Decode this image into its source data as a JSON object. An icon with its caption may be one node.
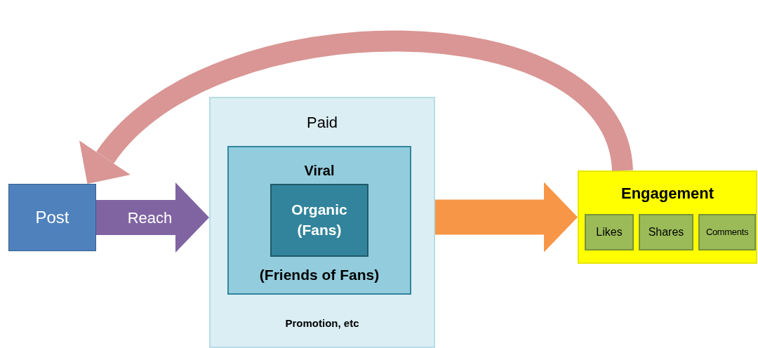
{
  "diagram": {
    "nodes": [
      {
        "text": [
          "Post"
        ]
      },
      {
        "text": [
          "Paid",
          "Promotion, etc"
        ]
      },
      {
        "text": [
          "Viral",
          "(Friends of Fans)"
        ],
        "in": 1
      },
      {
        "text": [
          "Organic (Fans)"
        ],
        "in": 2
      },
      {
        "text": [
          "Engagement"
        ]
      },
      {
        "text": [
          "Likes"
        ],
        "in": 4
      },
      {
        "text": [
          "Shares"
        ],
        "in": 4
      },
      {
        "text": [
          "Comments"
        ],
        "in": 4
      }
    ],
    "edges": [
      {
        "from": 0,
        "to": 1,
        "arrow": "to",
        "label": "Reach",
        "color": "#8064a2"
      },
      {
        "from": 1,
        "to": 4,
        "arrow": "to",
        "color": "#f79646"
      },
      {
        "from": 4,
        "to": 0,
        "arrow": "to",
        "color": "#d99694"
      }
    ]
  }
}
